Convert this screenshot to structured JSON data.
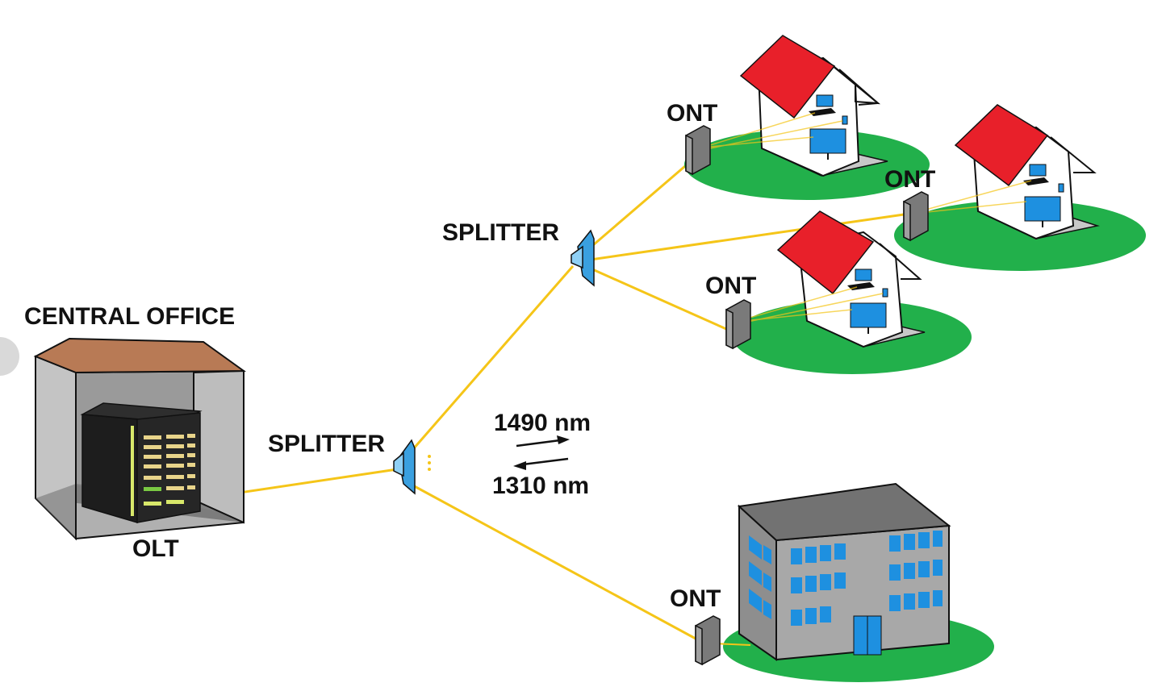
{
  "labels": {
    "central_office": "CENTRAL OFFICE",
    "olt": "OLT",
    "splitter_main": "SPLITTER",
    "splitter_secondary": "SPLITTER",
    "ont_house_top": "ONT",
    "ont_house_right": "ONT",
    "ont_house_middle": "ONT",
    "ont_building": "ONT",
    "wavelength_down": "1490 nm",
    "wavelength_up": "1310 nm"
  },
  "colors": {
    "fiber": "#f5c518",
    "roof": "#e8202a",
    "ground": "#22b04b",
    "office_roof": "#b87a55",
    "office_wall": "#c0c0c0",
    "splitter": "#3aa0e0",
    "building_wall": "#a8a8a8",
    "window": "#1e90e0",
    "ont_device": "#7a7a7a",
    "text": "#111111"
  },
  "icons": [
    "olt-rack-icon",
    "splitter-icon",
    "ont-device-icon",
    "house-icon",
    "apartment-building-icon",
    "laptop-icon",
    "tv-icon",
    "phone-icon",
    "arrow-right-icon",
    "arrow-left-icon"
  ]
}
